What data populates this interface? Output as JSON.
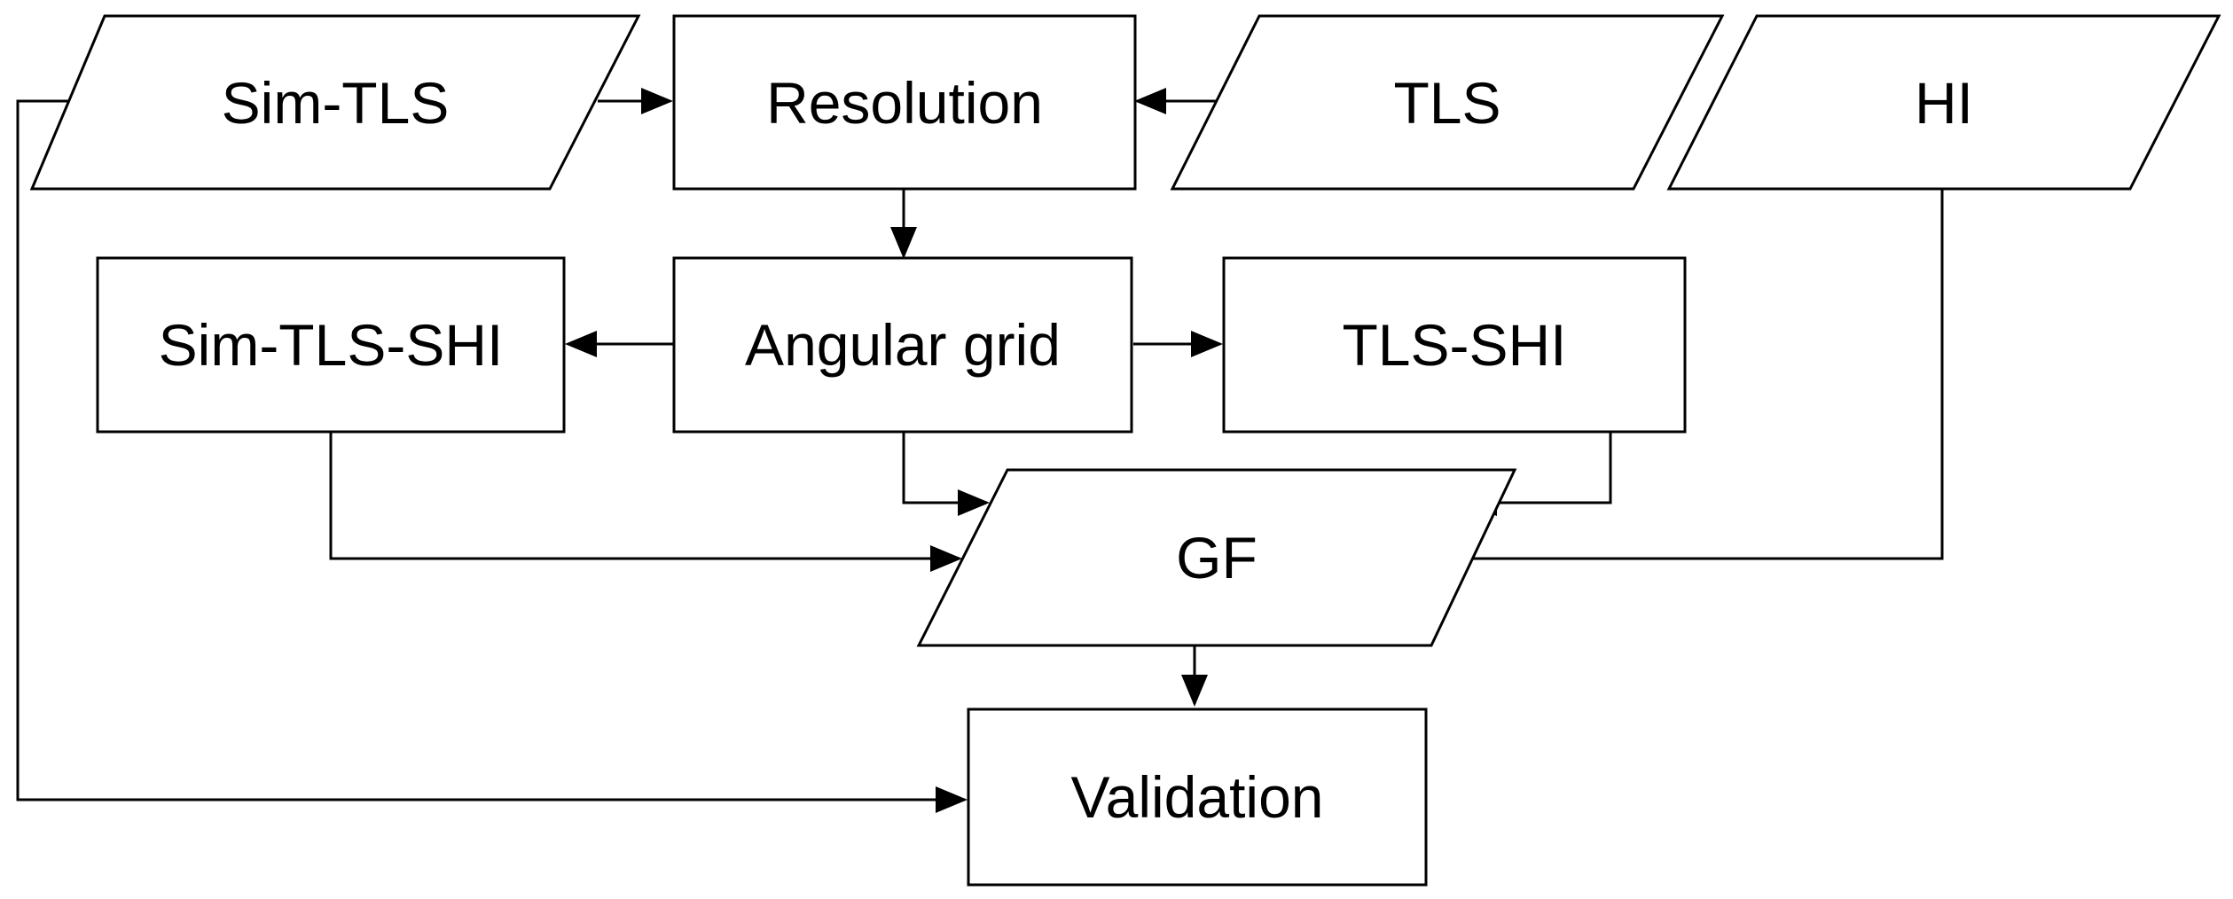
{
  "nodes": {
    "sim_tls": {
      "label": "Sim-TLS",
      "shape": "parallelogram"
    },
    "resolution": {
      "label": "Resolution",
      "shape": "rectangle"
    },
    "tls": {
      "label": "TLS",
      "shape": "parallelogram"
    },
    "hi": {
      "label": "HI",
      "shape": "parallelogram"
    },
    "sim_tls_shi": {
      "label": "Sim-TLS-SHI",
      "shape": "rectangle"
    },
    "angular_grid": {
      "label": "Angular grid",
      "shape": "rectangle"
    },
    "tls_shi": {
      "label": "TLS-SHI",
      "shape": "rectangle"
    },
    "gf": {
      "label": "GF",
      "shape": "parallelogram"
    },
    "validation": {
      "label": "Validation",
      "shape": "rectangle"
    }
  },
  "edges": [
    {
      "from": "sim_tls",
      "to": "resolution"
    },
    {
      "from": "tls",
      "to": "resolution"
    },
    {
      "from": "resolution",
      "to": "angular_grid"
    },
    {
      "from": "angular_grid",
      "to": "sim_tls_shi"
    },
    {
      "from": "angular_grid",
      "to": "tls_shi"
    },
    {
      "from": "angular_grid",
      "to": "gf"
    },
    {
      "from": "tls_shi",
      "to": "gf"
    },
    {
      "from": "sim_tls_shi",
      "to": "gf"
    },
    {
      "from": "hi",
      "to": "gf"
    },
    {
      "from": "gf",
      "to": "validation"
    },
    {
      "from": "sim_tls",
      "to": "validation"
    }
  ],
  "colors": {
    "stroke": "#000000",
    "fill": "#ffffff",
    "text": "#000000"
  }
}
